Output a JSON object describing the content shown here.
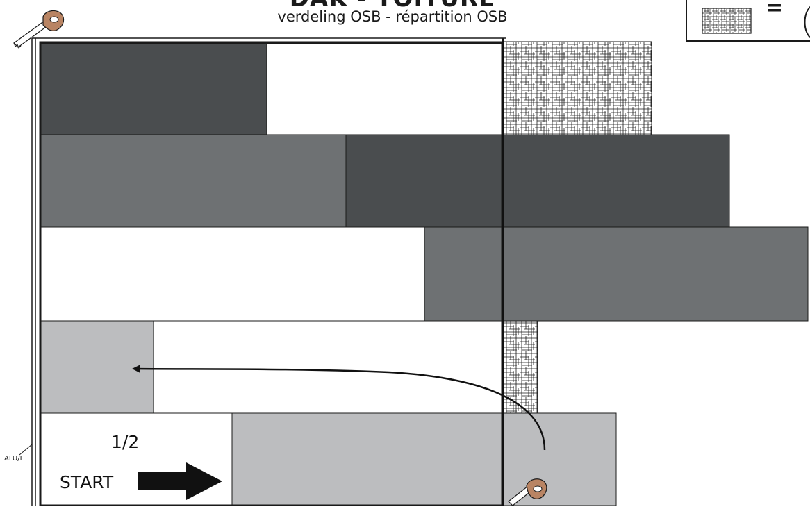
{
  "header": {
    "title": "DAK - TOITURE",
    "subtitle": "verdeling OSB - répartition OSB"
  },
  "legend": {
    "equals_sign": "="
  },
  "labels": {
    "fraction": "1/2",
    "start": "START",
    "alu": "ALU/L"
  },
  "colors": {
    "dark_gray": "#4a4d4f",
    "mid_gray": "#6e7173",
    "light_gray": "#bcbdbf",
    "white": "#ffffff",
    "line": "#1a1a1a",
    "saw_handle": "#b98463"
  },
  "icons": [
    "saw-icon-top",
    "saw-icon-bottom",
    "hatch-pattern-legend",
    "arrow-right-icon",
    "curved-arrow"
  ]
}
